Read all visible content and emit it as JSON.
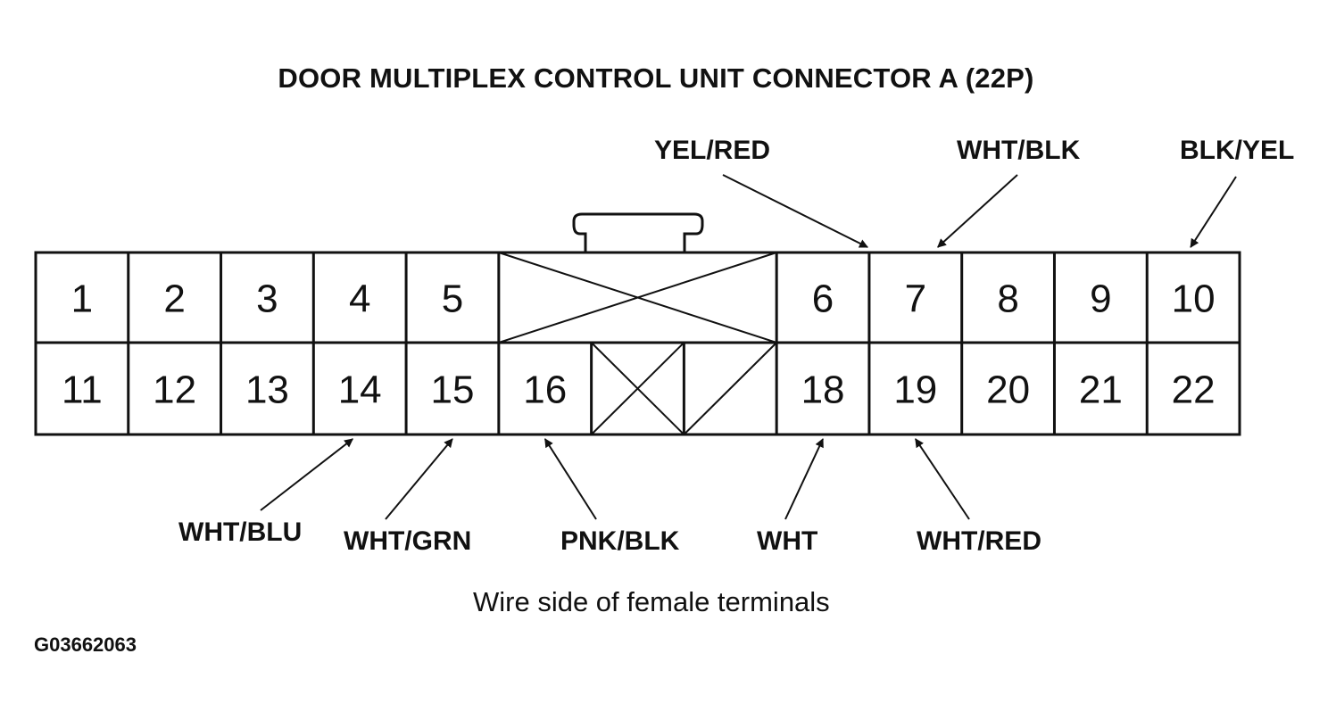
{
  "title": "DOOR MULTIPLEX CONTROL UNIT CONNECTOR A (22P)",
  "caption": "Wire side of female terminals",
  "figure_code": "G03662063",
  "connector": {
    "top_row": [
      {
        "pin": "1"
      },
      {
        "pin": "2"
      },
      {
        "pin": "3"
      },
      {
        "pin": "4"
      },
      {
        "pin": "5"
      },
      {
        "blank": true
      },
      {
        "pin": "6"
      },
      {
        "pin": "7"
      },
      {
        "pin": "8"
      },
      {
        "pin": "9"
      },
      {
        "pin": "10"
      }
    ],
    "bottom_row": [
      {
        "pin": "11"
      },
      {
        "pin": "12"
      },
      {
        "pin": "13"
      },
      {
        "pin": "14"
      },
      {
        "pin": "15"
      },
      {
        "pin": "16"
      },
      {
        "blank": true
      },
      {
        "blank": true
      },
      {
        "pin": "18"
      },
      {
        "pin": "19"
      },
      {
        "pin": "20"
      },
      {
        "pin": "21"
      },
      {
        "pin": "22"
      }
    ]
  },
  "wires": [
    {
      "pin": "6",
      "color": "YEL/RED"
    },
    {
      "pin": "7",
      "color": "WHT/BLK"
    },
    {
      "pin": "10",
      "color": "BLK/YEL"
    },
    {
      "pin": "14",
      "color": "WHT/BLU"
    },
    {
      "pin": "15",
      "color": "WHT/GRN"
    },
    {
      "pin": "16",
      "color": "PNK/BLK"
    },
    {
      "pin": "18",
      "color": "WHT"
    },
    {
      "pin": "19",
      "color": "WHT/RED"
    }
  ]
}
